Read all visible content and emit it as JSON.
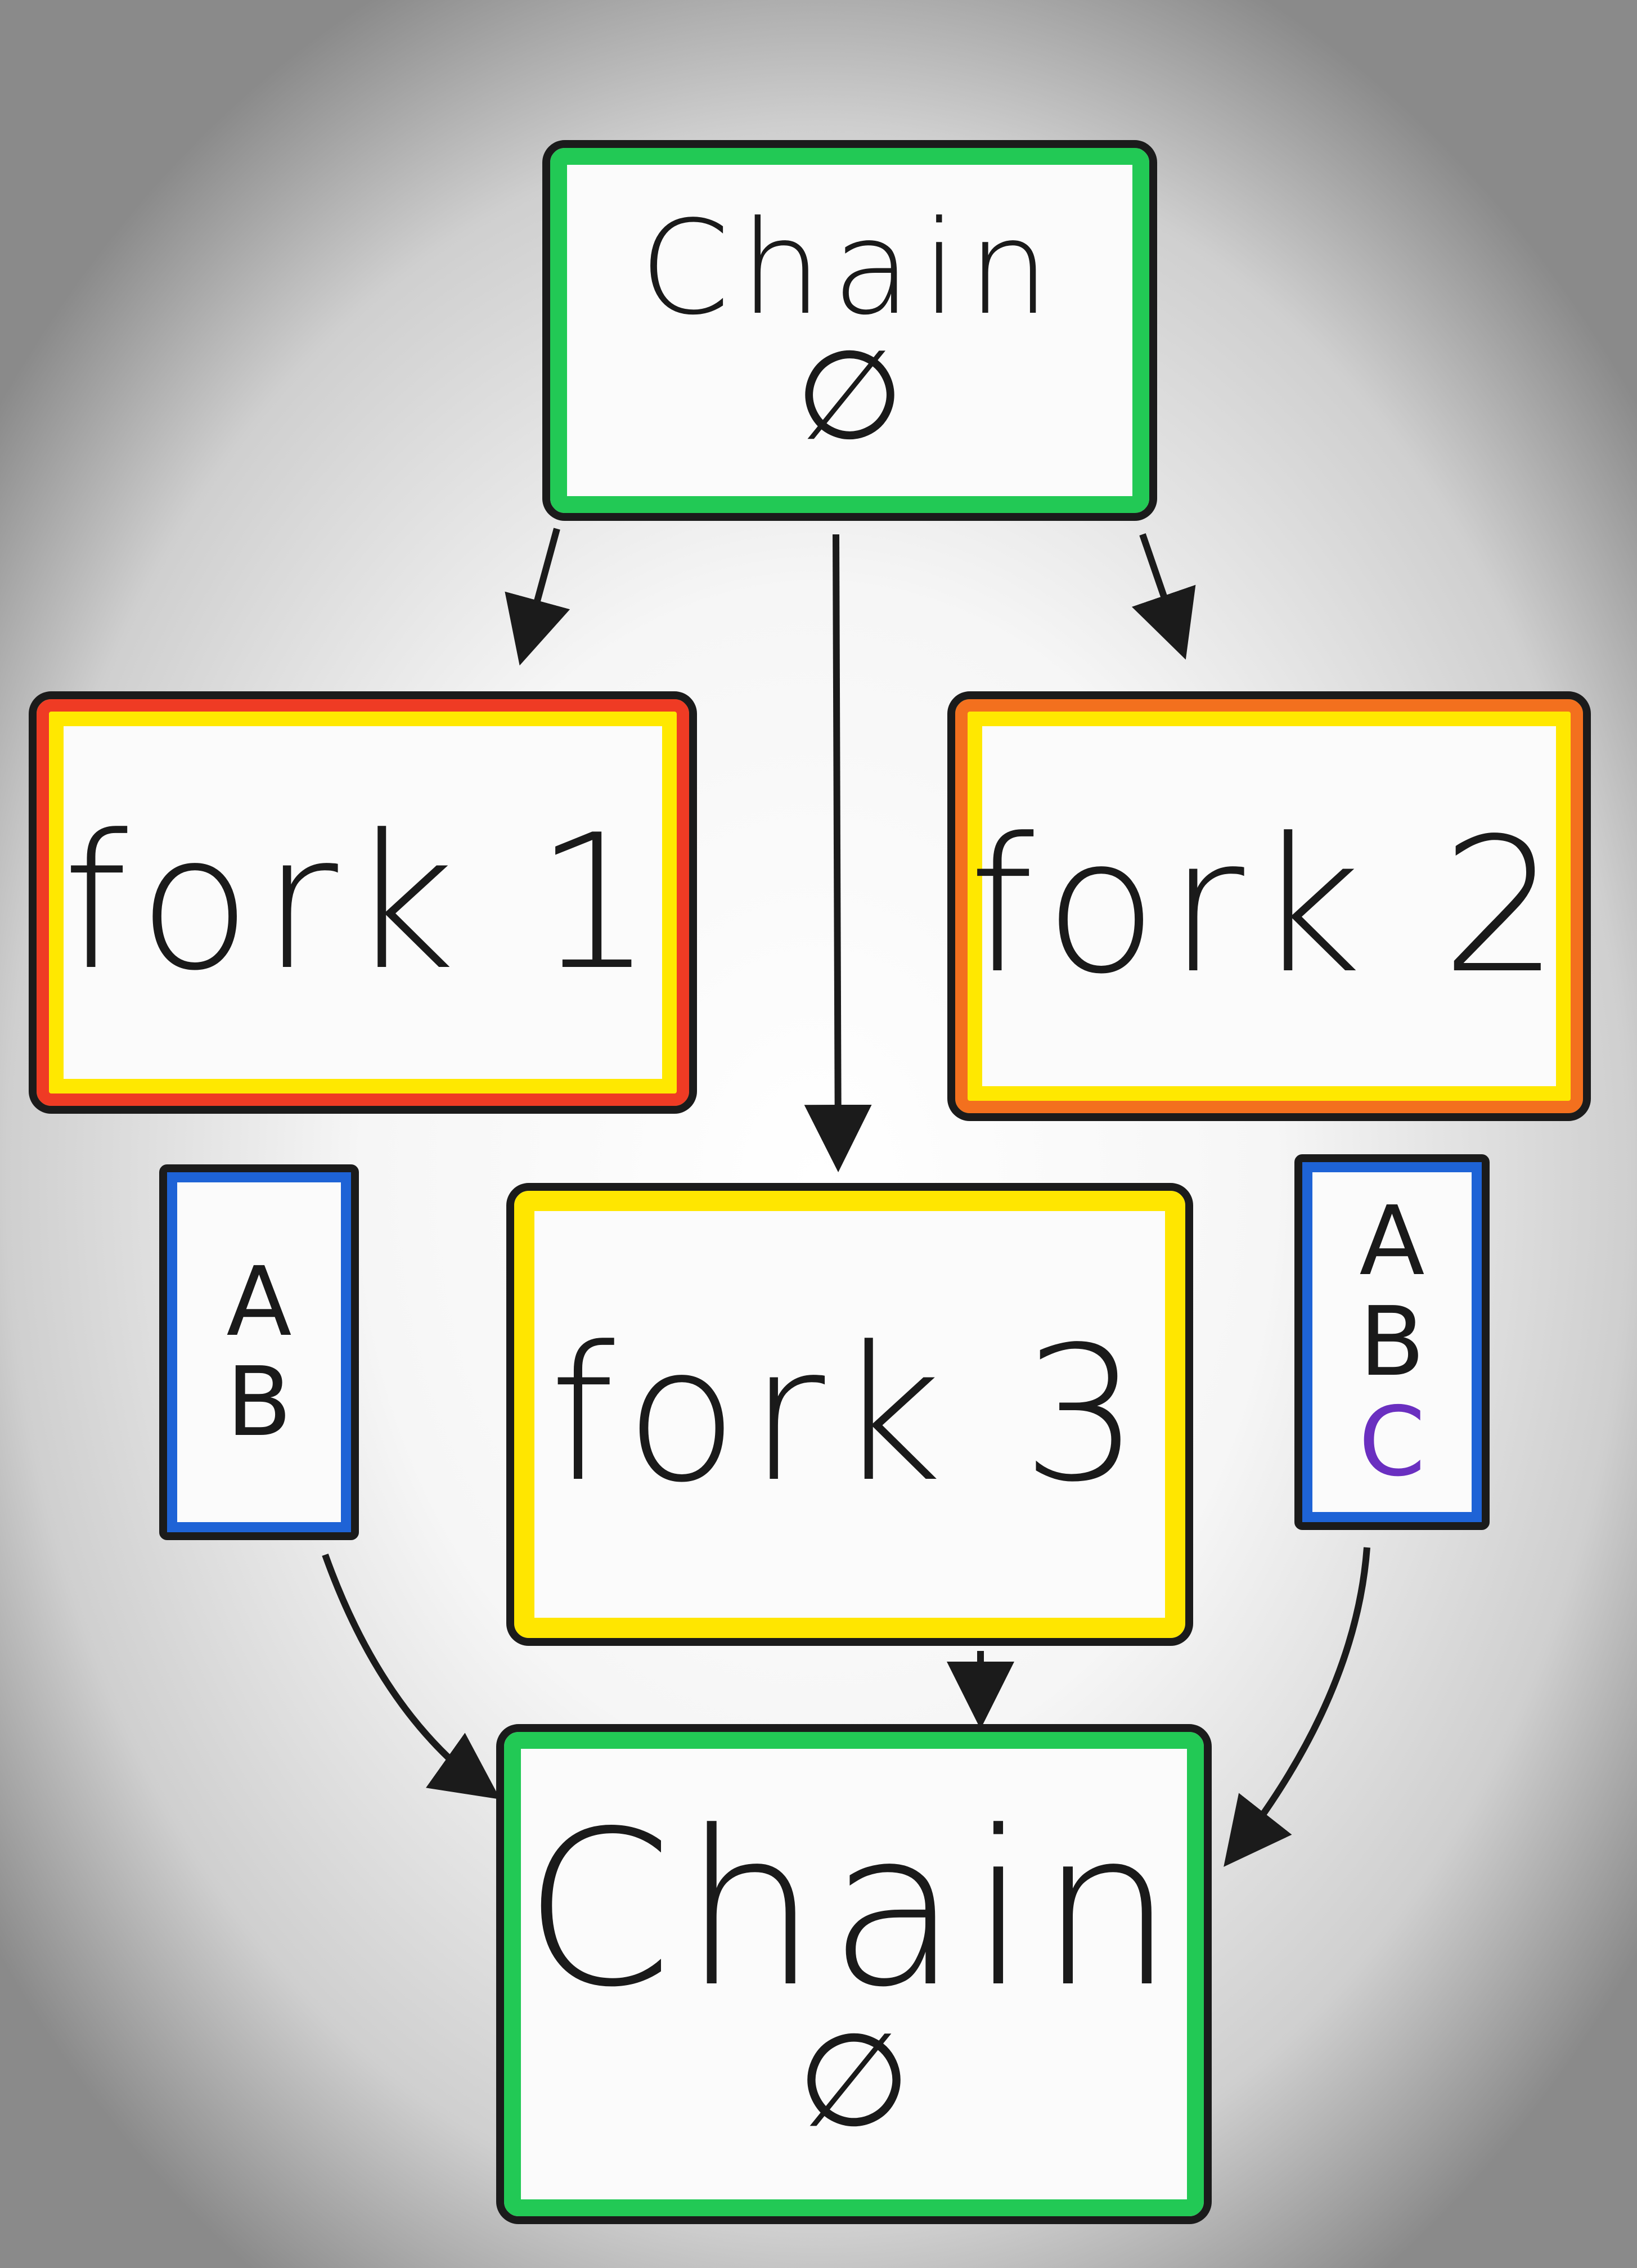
{
  "nodes": {
    "top_chain": {
      "title": "Chain",
      "symbol": "∅"
    },
    "fork1": {
      "label": "fork 1"
    },
    "fork2": {
      "label": "fork 2"
    },
    "fork3": {
      "label": "fork 3"
    },
    "fork1_items": [
      "A",
      "B"
    ],
    "fork2_items": [
      "A",
      "B",
      "C"
    ],
    "bottom_chain": {
      "title": "Chain",
      "symbol": "∅"
    }
  },
  "colors": {
    "chain": "#22c955",
    "fork1": "#ef3b24",
    "fork2": "#f3701e",
    "fork3": "#ffe600",
    "items": "#1e63d6",
    "letter_accent": "#6a2fc0"
  }
}
